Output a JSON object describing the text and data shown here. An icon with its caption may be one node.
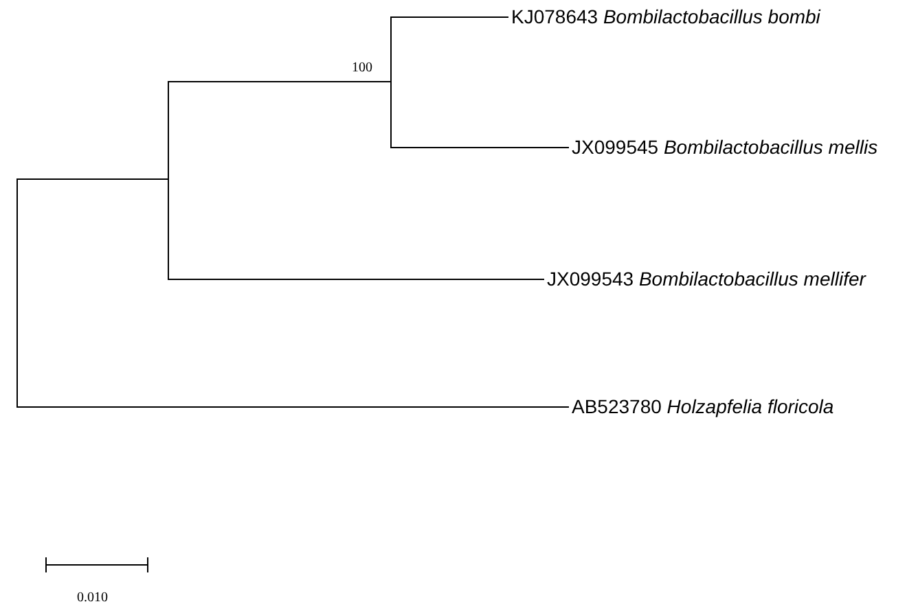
{
  "diagram": {
    "nodes": [
      {
        "text": [],
        "shape": "bar"
      },
      {
        "text": [],
        "shape": "bar"
      },
      {
        "text": [],
        "shape": "bar",
        "beside": [
          "100"
        ]
      },
      {
        "text": [
          "KJ078643 *Bombilactobacillus bombi*"
        ]
      },
      {
        "text": [
          "JX099545 *Bombilactobacillus mellis*"
        ]
      },
      {
        "text": [
          "JX099543 *Bombilactobacillus mellifer*"
        ]
      },
      {
        "text": [
          "AB523780 *Holzapfelia floricola*"
        ]
      }
    ],
    "edges": [
      {
        "from": 0,
        "to": 1,
        "arrow": "none"
      },
      {
        "from": 0,
        "to": 6,
        "arrow": "none"
      },
      {
        "from": 1,
        "to": 2,
        "arrow": "none"
      },
      {
        "from": 1,
        "to": 5,
        "arrow": "none"
      },
      {
        "from": 2,
        "to": 3,
        "arrow": "none"
      },
      {
        "from": 2,
        "to": 4,
        "arrow": "none"
      }
    ],
    "labels": [
      "0.010"
    ]
  }
}
